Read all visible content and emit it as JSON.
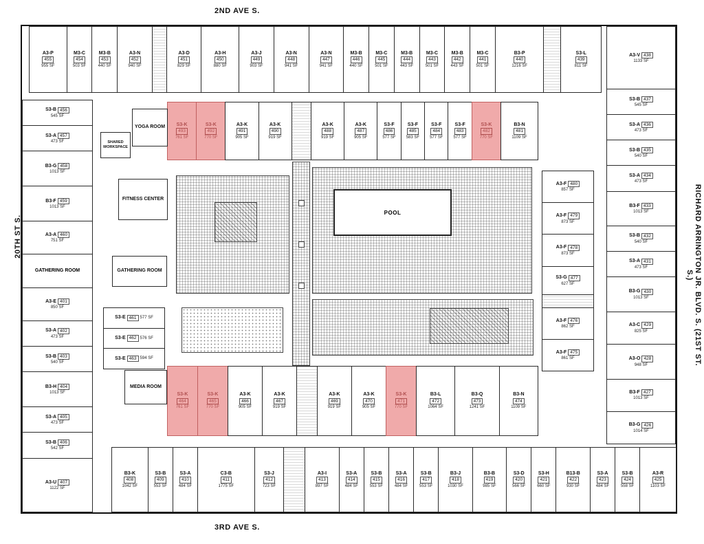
{
  "streets": {
    "top": "2ND AVE S.",
    "bottom": "3RD AVE S.",
    "left": "20TH ST S.",
    "right": "RICHARD ARRINGTON JR. BLVD. S. (21ST ST. S.)"
  },
  "colors": {
    "highlight_fill": "#f0aaaa",
    "highlight_text": "#b05050"
  },
  "amenities": {
    "yoga_room": "YOGA ROOM",
    "shared_workspace": "SHARED WORKSPACE",
    "fitness_center": "FITNESS CENTER",
    "gathering_room_inner": "GATHERING ROOM",
    "media_room": "MEDIA ROOM",
    "pool": "POOL"
  },
  "bands": {
    "top_row": [
      {
        "type": "A3-P",
        "num": "455",
        "sf": "955 SF",
        "w": 1.3
      },
      {
        "type": "M3-C",
        "num": "454",
        "sf": "503 SF",
        "w": 0.85
      },
      {
        "type": "M3-B",
        "num": "453",
        "sf": "440 SF",
        "w": 0.85
      },
      {
        "type": "A3-N",
        "num": "452",
        "sf": "940 SF",
        "w": 1.2
      },
      {
        "gap": true,
        "w": 0.5
      },
      {
        "type": "A3-D",
        "num": "451",
        "sf": "829 SF",
        "w": 1.2
      },
      {
        "type": "A3-H",
        "num": "450",
        "sf": "880 SF",
        "w": 1.3
      },
      {
        "type": "A3-J",
        "num": "449",
        "sf": "903 SF",
        "w": 1.2
      },
      {
        "type": "A3-N",
        "num": "448",
        "sf": "941 SF",
        "w": 1.2
      },
      {
        "type": "A3-N",
        "num": "447",
        "sf": "941 SF",
        "w": 1.2
      },
      {
        "type": "M3-B",
        "num": "446",
        "sf": "440 SF",
        "w": 0.85
      },
      {
        "type": "M3-C",
        "num": "445",
        "sf": "501 SF",
        "w": 0.85
      },
      {
        "type": "M3-B",
        "num": "444",
        "sf": "443 SF",
        "w": 0.85
      },
      {
        "type": "M3-C",
        "num": "443",
        "sf": "501 SF",
        "w": 0.85
      },
      {
        "type": "M3-B",
        "num": "442",
        "sf": "443 SF",
        "w": 0.85
      },
      {
        "type": "M3-C",
        "num": "441",
        "sf": "501 SF",
        "w": 0.85
      },
      {
        "type": "B3-P",
        "num": "440",
        "sf": "1216 SF",
        "w": 1.7
      },
      {
        "gap": true,
        "w": 0.6
      },
      {
        "type": "S3-L",
        "num": "439",
        "sf": "811 SF",
        "w": 1.4
      }
    ],
    "left_col": [
      {
        "type": "S3-B",
        "num": "456",
        "sf": "545 SF",
        "w": 1
      },
      {
        "type": "S3-A",
        "num": "457",
        "sf": "473 SF",
        "w": 1
      },
      {
        "type": "B3-G",
        "num": "458",
        "sf": "1013 SF",
        "w": 1.4
      },
      {
        "type": "B3-F",
        "num": "459",
        "sf": "1013 SF",
        "w": 1.4
      },
      {
        "type": "A3-A",
        "num": "460",
        "sf": "751 SF",
        "w": 1.3
      },
      {
        "room": "GATHERING ROOM",
        "id": "gathering-room-outer",
        "w": 1.3
      },
      {
        "type": "A3-E",
        "num": "401",
        "sf": "850 SF",
        "w": 1.3
      },
      {
        "type": "S3-A",
        "num": "402",
        "sf": "473 SF",
        "w": 1
      },
      {
        "type": "S3-B",
        "num": "403",
        "sf": "540 SF",
        "w": 1
      },
      {
        "type": "B3-H",
        "num": "404",
        "sf": "1013 SF",
        "w": 1.4
      },
      {
        "type": "S3-A",
        "num": "405",
        "sf": "473 SF",
        "w": 1
      },
      {
        "type": "S3-B",
        "num": "406",
        "sf": "542 SF",
        "w": 1
      },
      {
        "type": "A3-U",
        "num": "407",
        "sf": "1122 SF",
        "w": 2.2
      }
    ],
    "right_col": [
      {
        "type": "A3-V",
        "num": "438",
        "sf": "1133 SF",
        "w": 2.6
      },
      {
        "type": "S3-B",
        "num": "437",
        "sf": "545 SF",
        "w": 1
      },
      {
        "type": "S3-A",
        "num": "436",
        "sf": "473 SF",
        "w": 1
      },
      {
        "type": "S3-B",
        "num": "435",
        "sf": "540 SF",
        "w": 1
      },
      {
        "type": "S3-A",
        "num": "434",
        "sf": "473 SF",
        "w": 1
      },
      {
        "type": "B3-F",
        "num": "433",
        "sf": "1013 SF",
        "w": 1.4
      },
      {
        "type": "S3-B",
        "num": "432",
        "sf": "540 SF",
        "w": 1
      },
      {
        "type": "S3-A",
        "num": "431",
        "sf": "473 SF",
        "w": 1
      },
      {
        "type": "B3-G",
        "num": "430",
        "sf": "1013 SF",
        "w": 1.4
      },
      {
        "type": "A3-C",
        "num": "429",
        "sf": "825 SF",
        "w": 1.3
      },
      {
        "type": "A3-O",
        "num": "428",
        "sf": "948 SF",
        "w": 1.4
      },
      {
        "type": "B3-F",
        "num": "427",
        "sf": "1013 SF",
        "w": 1.3
      },
      {
        "type": "B3-G",
        "num": "426",
        "sf": "1014 SF",
        "w": 1.3
      }
    ],
    "inner_top_row": [
      {
        "type": "S3-K",
        "num": "493",
        "sf": "761 SF",
        "hl": true,
        "w": 1
      },
      {
        "type": "S3-K",
        "num": "492",
        "sf": "770 SF",
        "hl": true,
        "w": 1
      },
      {
        "type": "A3-K",
        "num": "491",
        "sf": "905 SF",
        "w": 1.15
      },
      {
        "type": "A3-K",
        "num": "490",
        "sf": "919 SF",
        "w": 1.15
      },
      {
        "gap": true,
        "w": 0.7
      },
      {
        "type": "A3-K",
        "num": "488",
        "sf": "919 SF",
        "w": 1.15
      },
      {
        "type": "A3-K",
        "num": "487",
        "sf": "905 SF",
        "w": 1.15
      },
      {
        "type": "S3-F",
        "num": "486",
        "sf": "577 SF",
        "w": 0.8
      },
      {
        "type": "S3-F",
        "num": "485",
        "sf": "583 SF",
        "w": 0.8
      },
      {
        "type": "S3-F",
        "num": "484",
        "sf": "577 SF",
        "w": 0.8
      },
      {
        "type": "S3-F",
        "num": "483",
        "sf": "577 SF",
        "w": 0.8
      },
      {
        "type": "S3-K",
        "num": "482",
        "sf": "770 SF",
        "hl": true,
        "w": 1
      },
      {
        "type": "B3-N",
        "num": "481",
        "sf": "1109 SF",
        "w": 1.3
      }
    ],
    "inner_right_col": [
      {
        "type": "A3-F",
        "num": "480",
        "sf": "857 SF",
        "w": 1
      },
      {
        "type": "A3-F",
        "num": "479",
        "sf": "873 SF",
        "w": 1
      },
      {
        "type": "A3-F",
        "num": "478",
        "sf": "873 SF",
        "w": 1
      },
      {
        "type": "S3-G",
        "num": "477",
        "sf": "627 SF",
        "w": 0.9
      },
      {
        "gap": true,
        "w": 0.4
      },
      {
        "type": "A3-F",
        "num": "476",
        "sf": "862 SF",
        "w": 1
      },
      {
        "type": "A3-F",
        "num": "475",
        "sf": "861 SF",
        "w": 1
      }
    ],
    "s3e_col": [
      {
        "type": "S3-E",
        "num": "461",
        "sf": "577 SF",
        "w": 1
      },
      {
        "type": "S3-E",
        "num": "462",
        "sf": "576 SF",
        "w": 1
      },
      {
        "type": "S3-E",
        "num": "463",
        "sf": "594 SF",
        "w": 1
      }
    ],
    "inner_bottom_row": [
      {
        "type": "S3-K",
        "num": "464",
        "sf": "761 SF",
        "hl": true,
        "w": 1
      },
      {
        "type": "S3-K",
        "num": "465",
        "sf": "770 SF",
        "hl": true,
        "w": 1
      },
      {
        "type": "A3-K",
        "num": "466",
        "sf": "905 SF",
        "w": 1.15
      },
      {
        "type": "A3-K",
        "num": "467",
        "sf": "919 SF",
        "w": 1.15
      },
      {
        "gap": true,
        "w": 0.7
      },
      {
        "type": "A3-K",
        "num": "469",
        "sf": "919 SF",
        "w": 1.15
      },
      {
        "type": "A3-K",
        "num": "470",
        "sf": "905 SF",
        "w": 1.15
      },
      {
        "type": "S3-K",
        "num": "471",
        "sf": "770 SF",
        "hl": true,
        "w": 1
      },
      {
        "type": "B3-L",
        "num": "472",
        "sf": "1064 SF",
        "w": 1.3
      },
      {
        "type": "B3-Q",
        "num": "473",
        "sf": "1241 SF",
        "w": 1.5
      },
      {
        "type": "B3-N",
        "num": "474",
        "sf": "1109 SF",
        "w": 1.3
      }
    ],
    "bottom_row": [
      {
        "type": "B3-K",
        "num": "408",
        "sf": "1042 SF",
        "w": 1.5
      },
      {
        "type": "S3-B",
        "num": "409",
        "sf": "553 SF",
        "w": 1
      },
      {
        "type": "S3-A",
        "num": "410",
        "sf": "484 SF",
        "w": 1
      },
      {
        "type": "C3-B",
        "num": "411",
        "sf": "1775 SF",
        "w": 2.4
      },
      {
        "type": "S3-J",
        "num": "412",
        "sf": "723 SF",
        "w": 1.2
      },
      {
        "gap": true,
        "w": 0.9
      },
      {
        "type": "A3-I",
        "num": "413",
        "sf": "897 SF",
        "w": 1.4
      },
      {
        "type": "S3-A",
        "num": "414",
        "sf": "484 SF",
        "w": 1
      },
      {
        "type": "S3-B",
        "num": "415",
        "sf": "553 SF",
        "w": 1
      },
      {
        "type": "S3-A",
        "num": "416",
        "sf": "484 SF",
        "w": 1
      },
      {
        "type": "S3-B",
        "num": "417",
        "sf": "553 SF",
        "w": 1
      },
      {
        "type": "B3-J",
        "num": "418",
        "sf": "1030 SF",
        "w": 1.4
      },
      {
        "type": "B3-B",
        "num": "419",
        "sf": "985 SF",
        "w": 1.4
      },
      {
        "type": "S3-D",
        "num": "420",
        "sf": "566 SF",
        "w": 1
      },
      {
        "type": "S3-H",
        "num": "421",
        "sf": "660 SF",
        "w": 1
      },
      {
        "type": "B13-B",
        "num": "422",
        "sf": "930 SF",
        "w": 1.4
      },
      {
        "type": "S3-A",
        "num": "423",
        "sf": "484 SF",
        "w": 1
      },
      {
        "type": "S3-B",
        "num": "424",
        "sf": "558 SF",
        "w": 1
      },
      {
        "type": "A3-R",
        "num": "425",
        "sf": "1103 SF",
        "w": 1.5
      }
    ]
  }
}
